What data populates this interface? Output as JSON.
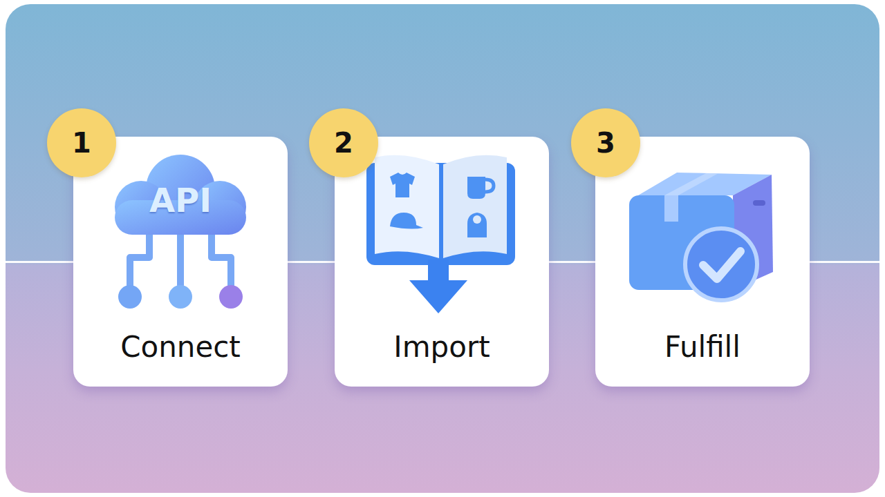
{
  "diagram": {
    "nodes": [
      {
        "text": [
          "1"
        ]
      },
      {
        "text": [
          "Connect"
        ]
      },
      {
        "text": [
          "2"
        ]
      },
      {
        "text": [
          "Import"
        ]
      },
      {
        "text": [
          "3"
        ]
      },
      {
        "text": [
          "Fulfill"
        ]
      }
    ],
    "labels": [
      "API"
    ]
  }
}
